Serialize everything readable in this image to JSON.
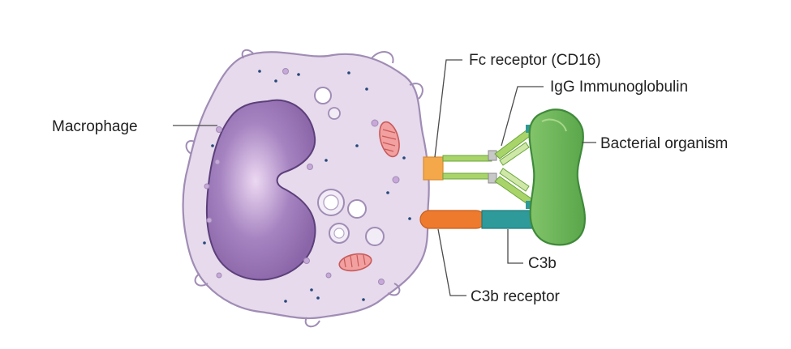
{
  "labels": {
    "macrophage": "Macrophage",
    "fc_receptor": "Fc receptor (CD16)",
    "igg": "IgG Immunoglobulin",
    "bacterial": "Bacterial organism",
    "c3b": "C3b",
    "c3b_receptor": "C3b receptor"
  },
  "colors": {
    "cell_fill": "#e3d6ea",
    "cell_outline": "#a08cb5",
    "nucleus_fill": "#8a66a8",
    "nucleus_outline": "#5c3f7a",
    "mitochondria": "#e88a8a",
    "dots": "#26477a",
    "fc_receptor": "#f4a84a",
    "igg_light": "#a8d46a",
    "igg_dark": "#6aa63a",
    "bacteria_fill": "#6ab45a",
    "bacteria_outline": "#3f8a3a",
    "c3b": "#2f9a9a",
    "c3b_receptor": "#ee7a2e"
  }
}
